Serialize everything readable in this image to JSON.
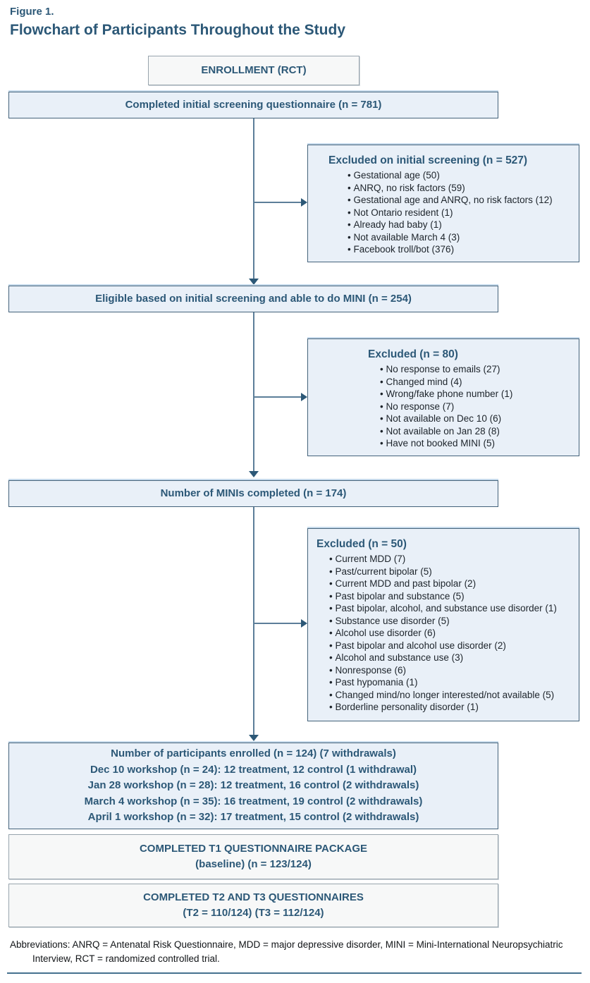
{
  "figure": {
    "label": "Figure 1.",
    "title": "Flowchart of Participants Throughout the Study"
  },
  "colors": {
    "accent_navy": "#2c5877",
    "box_blue_bg": "#e9f0f8",
    "box_blue_border": "#44627a",
    "box_gray_bg": "#f7f8f8",
    "box_gray_border": "#98a4ad",
    "flow_line": "#5c7e99"
  },
  "flow": {
    "enrollment": {
      "label": "ENROLLMENT (RCT)"
    },
    "main_boxes": [
      {
        "label": "Completed initial screening questionnaire (n = 781)"
      },
      {
        "label": "Eligible based on initial screening and able to do MINI (n = 254)"
      },
      {
        "label": "Number of MINIs completed (n = 174)"
      }
    ],
    "exclusions": [
      {
        "title": "Excluded on initial screening (n = 527)",
        "items": [
          "Gestational age (50)",
          "ANRQ, no risk factors (59)",
          "Gestational age and ANRQ, no risk factors (12)",
          "Not Ontario resident (1)",
          "Already had baby (1)",
          "Not available March 4 (3)",
          "Facebook troll/bot (376)"
        ]
      },
      {
        "title": "Excluded (n = 80)",
        "items": [
          "No response to emails (27)",
          "Changed mind (4)",
          "Wrong/fake phone number (1)",
          "No response (7)",
          "Not available on Dec 10 (6)",
          "Not available on Jan 28 (8)",
          "Have not booked MINI (5)"
        ]
      },
      {
        "title": "Excluded (n = 50)",
        "items": [
          "Current MDD (7)",
          "Past/current bipolar (5)",
          "Current MDD and past bipolar (2)",
          "Past bipolar and substance (5)",
          "Past bipolar, alcohol, and substance use disorder (1)",
          "Substance use disorder (5)",
          "Alcohol use disorder (6)",
          "Past bipolar and alcohol use disorder (2)",
          "Alcohol and substance use (3)",
          "Nonresponse (6)",
          "Past hypomania (1)",
          "Changed mind/no longer interested/not available (5)",
          "Borderline personality disorder (1)"
        ]
      }
    ],
    "enrolled": {
      "lines": [
        "Number of participants enrolled (n = 124) (7 withdrawals)",
        "Dec 10 workshop (n = 24): 12 treatment, 12 control (1 withdrawal)",
        "Jan 28 workshop (n = 28): 12 treatment, 16 control (2 withdrawals)",
        "March 4 workshop (n = 35): 16 treatment, 19 control  (2 withdrawals)",
        "April 1 workshop (n = 32): 17 treatment, 15 control (2 withdrawals)"
      ]
    },
    "t1": {
      "line1": "COMPLETED T1 QUESTIONNAIRE PACKAGE",
      "line2": "(baseline) (n = 123/124)"
    },
    "t2": {
      "line1": "COMPLETED T2 AND T3 QUESTIONNAIRES",
      "line2": "(T2 = 110/124) (T3 = 112/124)"
    }
  },
  "footnote": {
    "text": "Abbreviations: ANRQ = Antenatal Risk Questionnaire, MDD = major depressive disorder, MINI = Mini-International Neuropsychiatric Interview, RCT = randomized controlled trial."
  }
}
